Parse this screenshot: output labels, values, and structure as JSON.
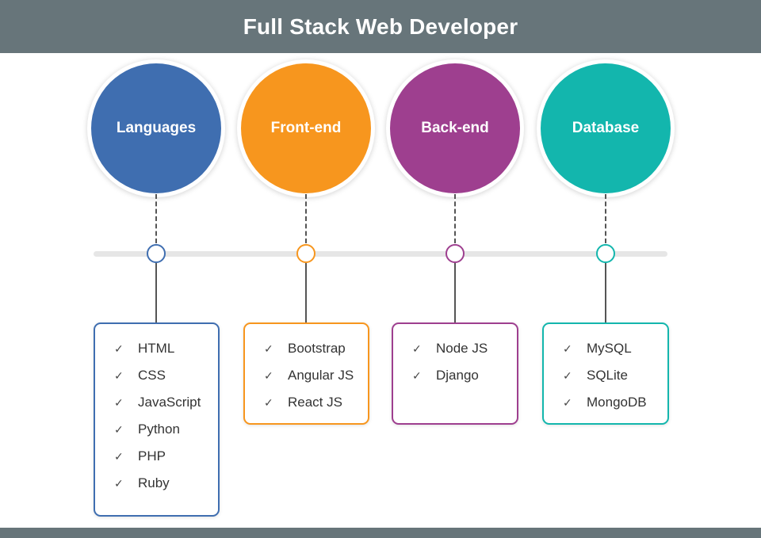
{
  "title": "Full Stack Web Developer",
  "colors": {
    "header": "#67757a",
    "languages": "#3f6eb0",
    "frontend": "#f7961e",
    "backend": "#9e3f8f",
    "database": "#13b6ad"
  },
  "icons": {
    "item_marker": "check-icon"
  },
  "columns": [
    {
      "label": "Languages",
      "items": [
        "HTML",
        "CSS",
        "JavaScript",
        "Python",
        "PHP",
        "Ruby"
      ]
    },
    {
      "label": "Front-end",
      "items": [
        "Bootstrap",
        "Angular JS",
        "React JS"
      ]
    },
    {
      "label": "Back-end",
      "items": [
        "Node JS",
        "Django"
      ]
    },
    {
      "label": "Database",
      "items": [
        "MySQL",
        "SQLite",
        "MongoDB"
      ]
    }
  ]
}
